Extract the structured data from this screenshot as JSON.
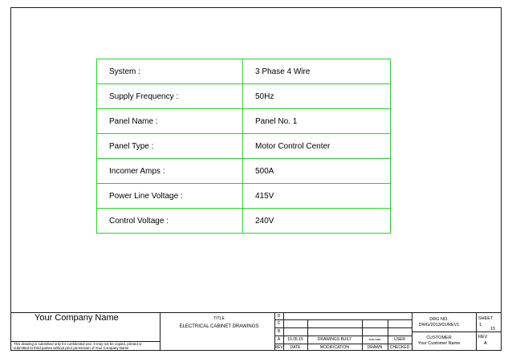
{
  "spec": {
    "rows": [
      {
        "label": "System :",
        "value": "3 Phase 4 Wire"
      },
      {
        "label": "Supply Frequency :",
        "value": "50Hz"
      },
      {
        "label": "Panel Name :",
        "value": "Panel No. 1"
      },
      {
        "label": "Panel Type :",
        "value": "Motor Control Center"
      },
      {
        "label": "Incomer Amps :",
        "value": "500A"
      },
      {
        "label": "Power Line Voltage :",
        "value": "415V"
      },
      {
        "label": "Control Voltage :",
        "value": "240V"
      }
    ]
  },
  "title_block": {
    "company_name": "Your Company Name",
    "disclaimer": "This drawing is submitted only for confidential use. It may not be copied, printed or submitted to third parties without prior permission of Your Company Name",
    "title_label": "TITLE",
    "title_value": "ELECTRICAL CABINET DRAWINGS",
    "revisions": {
      "rows": [
        {
          "rev": "D",
          "date": "",
          "modification": "",
          "drawn": "",
          "checked": ""
        },
        {
          "rev": "C",
          "date": "",
          "modification": "",
          "drawn": "",
          "checked": ""
        },
        {
          "rev": "B",
          "date": "",
          "modification": "",
          "drawn": "",
          "checked": ""
        },
        {
          "rev": "A",
          "date": "10.05.15",
          "modification": "DRAWINGS BUILT",
          "drawn": "auto.fuse",
          "checked": "USER"
        }
      ],
      "headers": {
        "rev": "REV",
        "date": "DATE",
        "modification": "MODIFICATION",
        "drawn": "DRAWN",
        "checked": "CHECKED"
      }
    },
    "drg_label": "DRG NO.",
    "drg_value": "DWG/2013/01/REV1",
    "customer_label": "CUSTOMER",
    "customer_value": "Your Customer Name",
    "sheet_label": "SHEET",
    "sheet_number": "1",
    "sheet_total": "15",
    "rev_label": "REV",
    "rev_value": "A"
  }
}
